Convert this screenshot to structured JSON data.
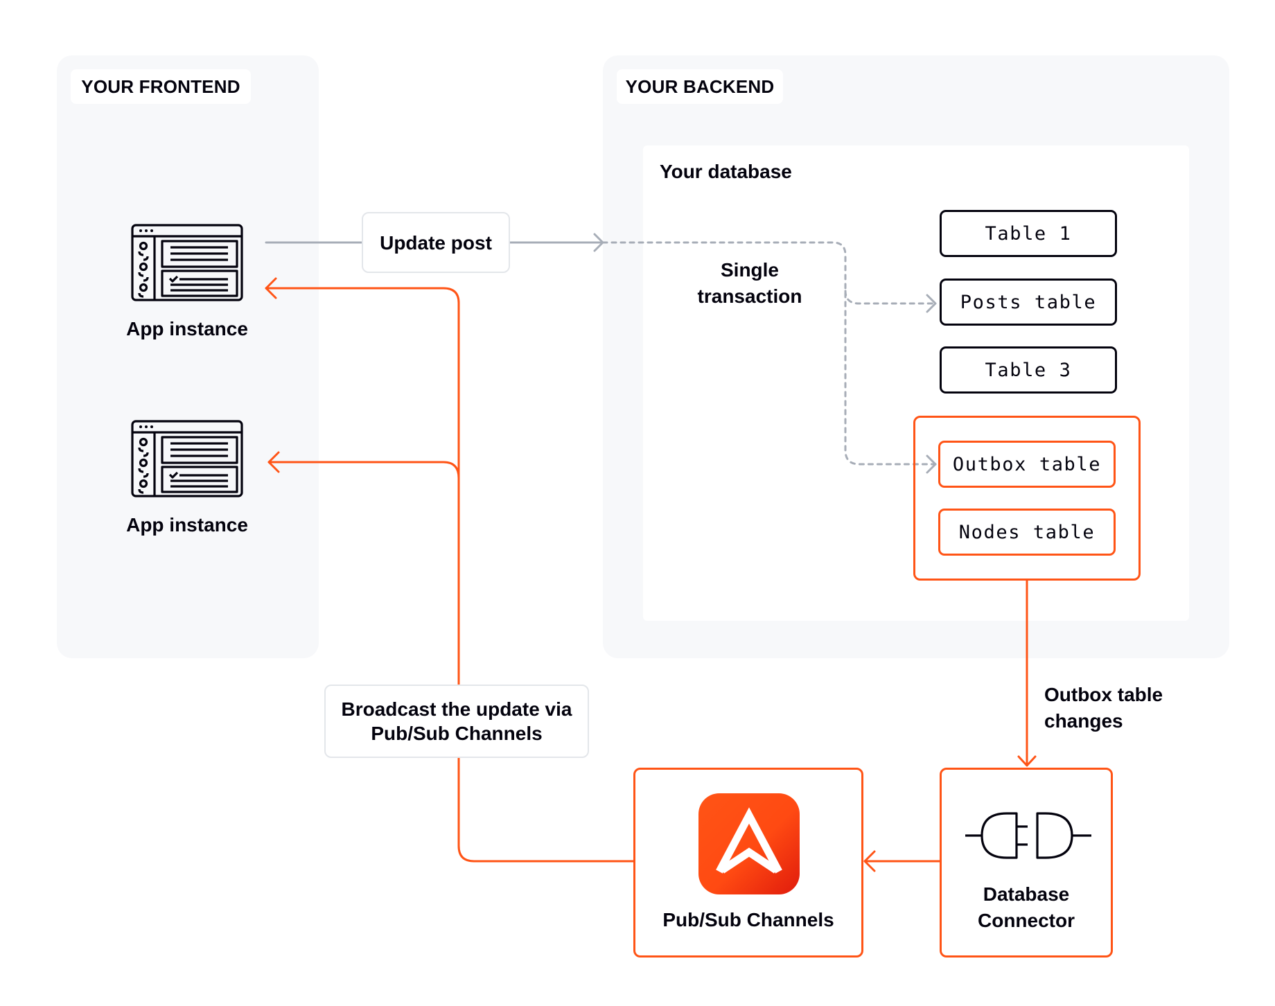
{
  "frontend": {
    "label": "YOUR FRONTEND",
    "app_instances": [
      {
        "label": "App instance",
        "icon": "app-window-icon"
      },
      {
        "label": "App instance",
        "icon": "app-window-icon"
      }
    ]
  },
  "backend": {
    "label": "YOUR BACKEND",
    "database": {
      "title": "Your database",
      "transaction_label": "Single\ntransaction",
      "tables": [
        "Table 1",
        "Posts table",
        "Table 3"
      ],
      "highlighted_tables": [
        "Outbox table",
        "Nodes table"
      ]
    }
  },
  "flow": {
    "update_label": "Update post",
    "outbox_changes_label": "Outbox table\nchanges",
    "broadcast_label": "Broadcast the update via\nPub/Sub Channels"
  },
  "pubsub": {
    "label": "Pub/Sub Channels",
    "icon": "ably-logo-icon"
  },
  "connector": {
    "label": "Database\nConnector",
    "icon": "plug-connector-icon"
  },
  "colors": {
    "accent": "#ff5416",
    "line_gray": "#a7adb7",
    "panel_bg": "#f7f8fa",
    "text": "#03020d"
  }
}
